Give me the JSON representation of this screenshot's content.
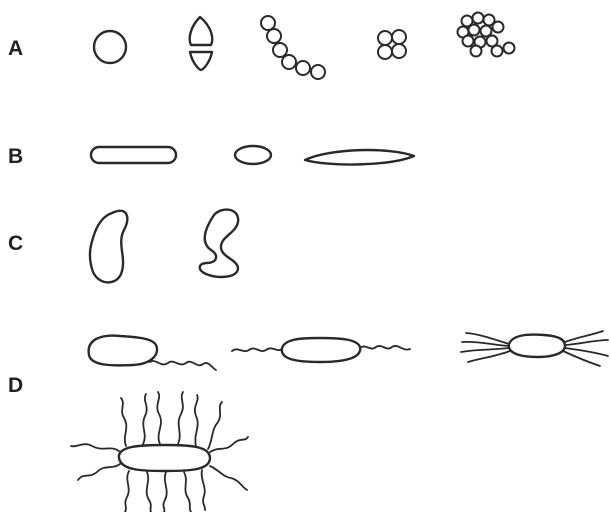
{
  "figure": {
    "rows": [
      {
        "id": "A",
        "label": "A",
        "shapes": [
          "coccus-icon",
          "diplococcus-icon",
          "streptococci-icon",
          "tetrad-icon",
          "staphylococci-icon"
        ]
      },
      {
        "id": "B",
        "label": "B",
        "shapes": [
          "bacillus-icon",
          "coccobacillus-icon",
          "fusiform-bacillus-icon"
        ]
      },
      {
        "id": "C",
        "label": "C",
        "shapes": [
          "vibrio-icon",
          "spirillum-icon"
        ]
      },
      {
        "id": "D",
        "label": "D",
        "shapes": [
          "monotrichous-icon",
          "amphitrichous-icon",
          "lophotrichous-icon",
          "peritrichous-icon"
        ]
      }
    ],
    "colors": {
      "stroke": "#2a2a2a",
      "background": "#ffffff",
      "label": "#222222"
    }
  }
}
